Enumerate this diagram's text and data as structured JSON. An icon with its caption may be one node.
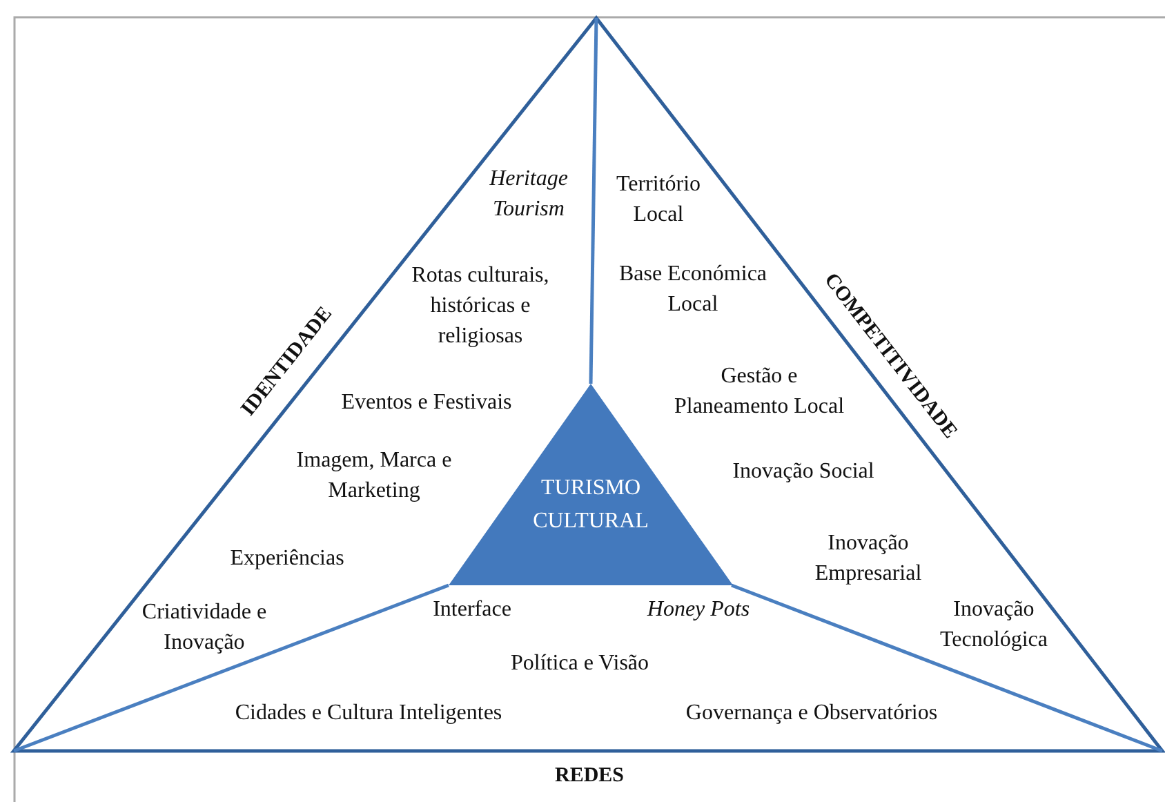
{
  "diagram": {
    "nodes": [
      {
        "text": [
          "TURISMO CULTURAL"
        ]
      }
    ],
    "labels": [
      "Heritage Tourism",
      "Território Local",
      "Rotas culturais, históricas e religiosas",
      "Base Económica Local",
      "IDENTIDADE",
      "COMPETITIVIDADE",
      "Eventos e Festivais",
      "Gestão e Planeamento Local",
      "Imagem, Marca e Marketing",
      "Inovação Social",
      "Experiências",
      "Inovação Empresarial",
      "Criatividade e Inovação",
      "Interface",
      "Honey Pots",
      "Inovação Tecnológica",
      "Política e Visão",
      "Cidades e Cultura Inteligentes",
      "Governança e Observatórios",
      "REDES"
    ]
  }
}
